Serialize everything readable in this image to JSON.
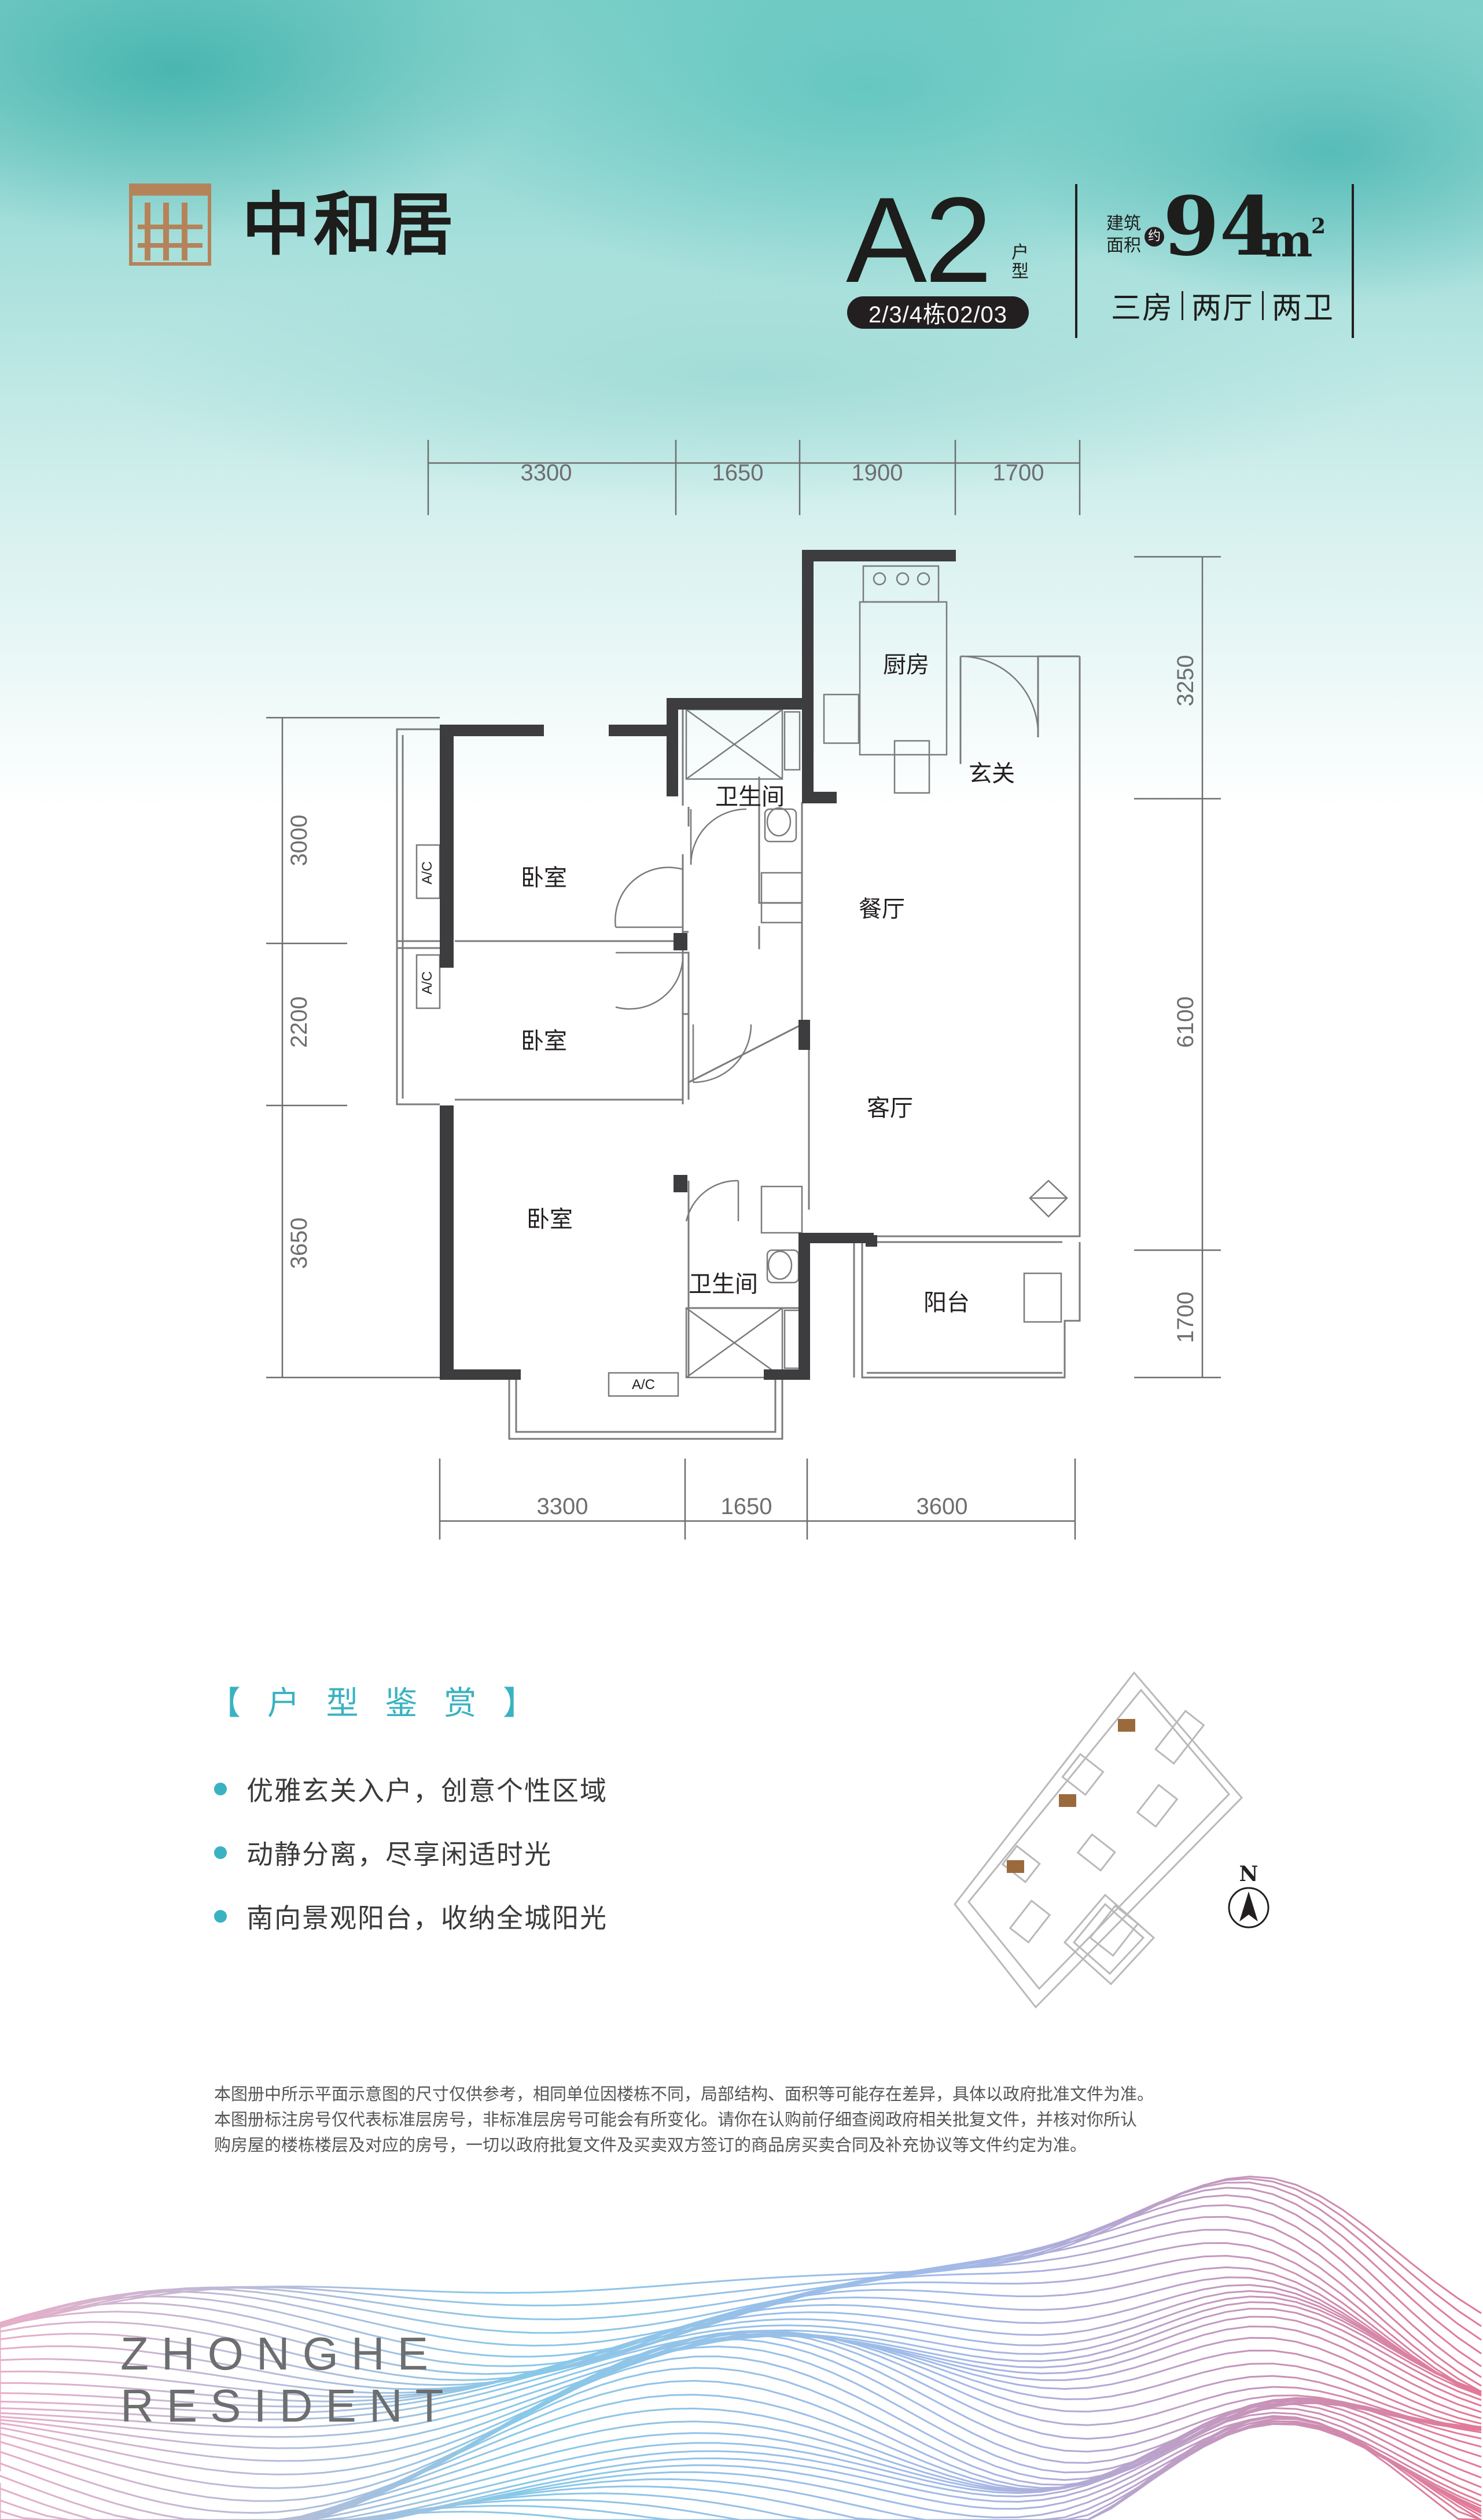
{
  "brand": {
    "name": "中和居",
    "tagline": "ZHONGHE RESIDENT",
    "logo_color": "#b5835a"
  },
  "header": {
    "type_code": "A2",
    "type_sub": "户型",
    "buildings": "2/3/4栋02/03",
    "area_label": "建筑面积",
    "approx": "约",
    "area_value": "94",
    "area_unit": "m",
    "area_sup": "2",
    "rooms": [
      "三房",
      "两厅",
      "两卫"
    ]
  },
  "floorplan": {
    "top_dims": [
      "3300",
      "1650",
      "1900",
      "1700"
    ],
    "bottom_dims": [
      "3300",
      "1650",
      "3600"
    ],
    "left_dims": [
      "3000",
      "2200",
      "3650"
    ],
    "right_dims": [
      "3250",
      "6100",
      "1700"
    ],
    "rooms": {
      "kitchen": "厨房",
      "foyer": "玄关",
      "bath_top": "卫生间",
      "bedroom_1": "卧室",
      "dining": "餐厅",
      "bedroom_2": "卧室",
      "living": "客厅",
      "bedroom_3": "卧室",
      "bath_bottom": "卫生间",
      "balcony": "阳台"
    },
    "ac_label": "A/C"
  },
  "features": {
    "title": "【 户 型 鉴 赏 】",
    "items": [
      "优雅玄关入户，创意个性区域",
      "动静分离，尽享闲适时光",
      "南向景观阳台，收纳全城阳光"
    ]
  },
  "site_plan": {
    "north": "N"
  },
  "footer": {
    "disclaimer_lines": [
      "本图册中所示平面示意图的尺寸仅供参考，相同单位因楼栋不同，局部结构、面积等可能存在差异，具体以政府批准文件为准。",
      "本图册标注房号仅代表标准层房号，非标准层房号可能会有所变化。请你在认购前仔细查阅政府相关批复文件，并核对你所认",
      "购房屋的楼栋楼层及对应的房号，一切以政府批复文件及买卖双方签订的商品房买卖合同及补充协议等文件约定为准。"
    ],
    "en_line1": "ZHONGHE",
    "en_line2": "RESIDENT"
  },
  "colors": {
    "accent": "#3ab2c1",
    "wall": "#3d3d3f",
    "ink": "#231f20",
    "wave_pink": "#e06a8c",
    "wave_blue": "#7cc3e6"
  }
}
